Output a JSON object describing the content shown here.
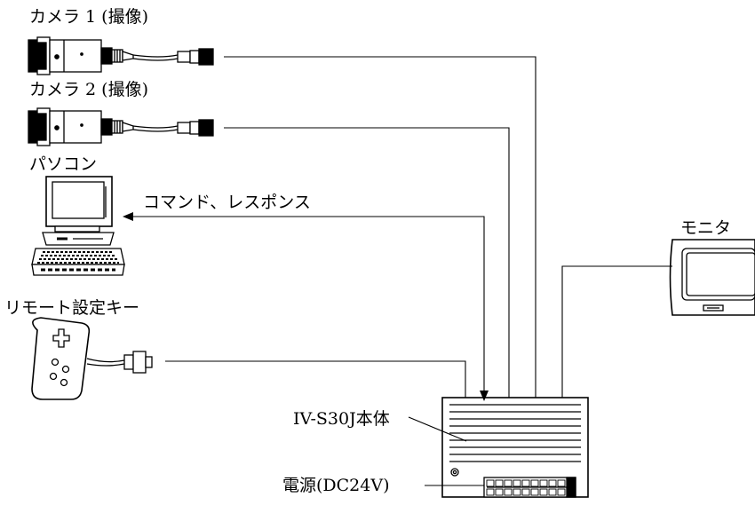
{
  "labels": {
    "camera1": "カメラ 1 (撮像)",
    "camera2": "カメラ 2 (撮像)",
    "pc": "パソコン",
    "command": "コマンド、レスポンス",
    "monitor": "モニタ",
    "remote": "リモート設定キー",
    "main_unit": "IV-S30J本体",
    "power": "電源(DC24V)"
  }
}
